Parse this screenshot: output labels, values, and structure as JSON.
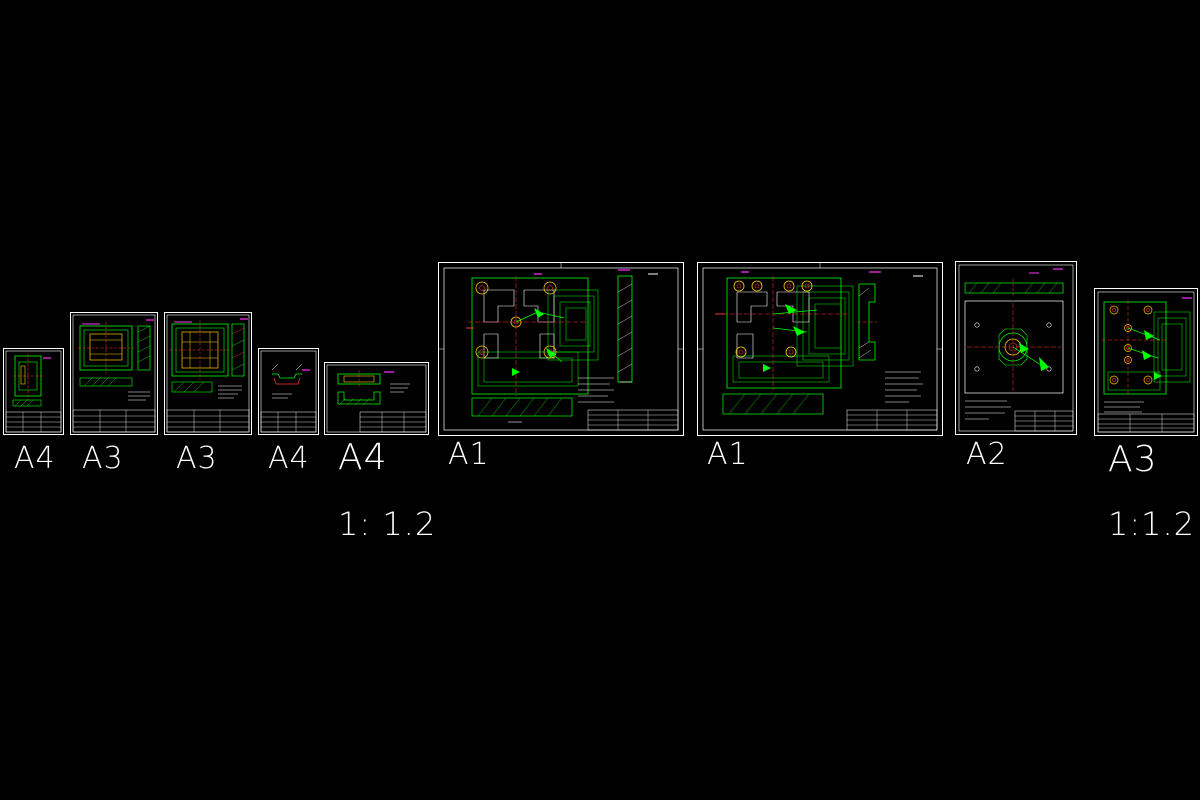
{
  "canvas": {
    "background": "#000000"
  },
  "colors": {
    "frame": "#ffffff",
    "geometry": "#00ff00",
    "detail": "#ff3333",
    "accent": "#ffcc00",
    "dimension": "#ff33ff",
    "text": "#ffffff"
  },
  "sheets": [
    {
      "id": "sheet-1",
      "size_label": "A4",
      "scale_label": ""
    },
    {
      "id": "sheet-2",
      "size_label": "A3",
      "scale_label": ""
    },
    {
      "id": "sheet-3",
      "size_label": "A3",
      "scale_label": ""
    },
    {
      "id": "sheet-4",
      "size_label": "A4",
      "scale_label": ""
    },
    {
      "id": "sheet-5",
      "size_label": "A4",
      "scale_label": "1: 1.2"
    },
    {
      "id": "sheet-6",
      "size_label": "A1",
      "scale_label": ""
    },
    {
      "id": "sheet-7",
      "size_label": "A1",
      "scale_label": ""
    },
    {
      "id": "sheet-8",
      "size_label": "A2",
      "scale_label": ""
    },
    {
      "id": "sheet-9",
      "size_label": "A3",
      "scale_label": "1:1.2"
    }
  ]
}
